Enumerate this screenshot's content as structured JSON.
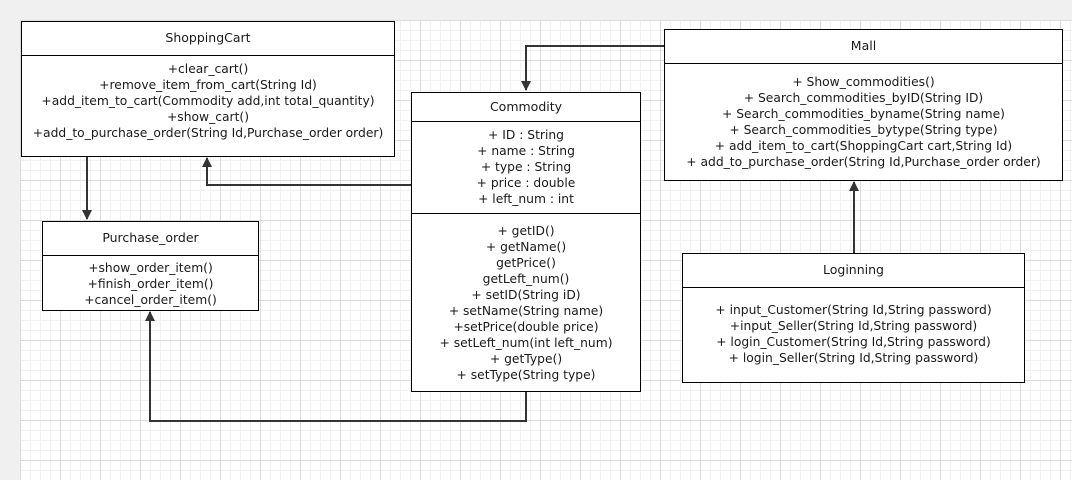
{
  "classes": {
    "shopping_cart": {
      "title": "ShoppingCart",
      "methods": [
        "+clear_cart()",
        "+remove_item_from_cart(String Id)",
        "+add_item_to_cart(Commodity add,int total_quantity)",
        "+show_cart()",
        "+add_to_purchase_order(String Id,Purchase_order order)"
      ]
    },
    "purchase_order": {
      "title": "Purchase_order",
      "methods": [
        "+show_order_item()",
        "+finish_order_item()",
        "+cancel_order_item()"
      ]
    },
    "commodity": {
      "title": "Commodity",
      "attributes": [
        "+ ID : String",
        "+ name : String",
        "+ type : String",
        "+ price : double",
        "+ left_num : int"
      ],
      "methods": [
        "+ getID()",
        "+ getName()",
        "getPrice()",
        "getLeft_num()",
        "+ setID(String iD)",
        "+ setName(String name)",
        "+setPrice(double price)",
        "+ setLeft_num(int left_num)",
        "+ getType()",
        "+ setType(String type)"
      ]
    },
    "mall": {
      "title": "Mall",
      "methods": [
        "+ Show_commodities()",
        "+ Search_commodities_byID(String ID)",
        "+ Search_commodities_byname(String name)",
        "+ Search_commodities_bytype(String type)",
        "+ add_item_to_cart(ShoppingCart cart,String Id)",
        "+ add_to_purchase_order(String Id,Purchase_order order)"
      ]
    },
    "loginning": {
      "title": "Loginning",
      "methods": [
        "+ input_Customer(String Id,String password)",
        "+input_Seller(String Id,String password)",
        "+ login_Customer(String Id,String password)",
        "+ login_Seller(String Id,String password)"
      ]
    }
  },
  "colors": {
    "line": "#333333",
    "border": "#000000",
    "grid": "#dcdcdc"
  }
}
